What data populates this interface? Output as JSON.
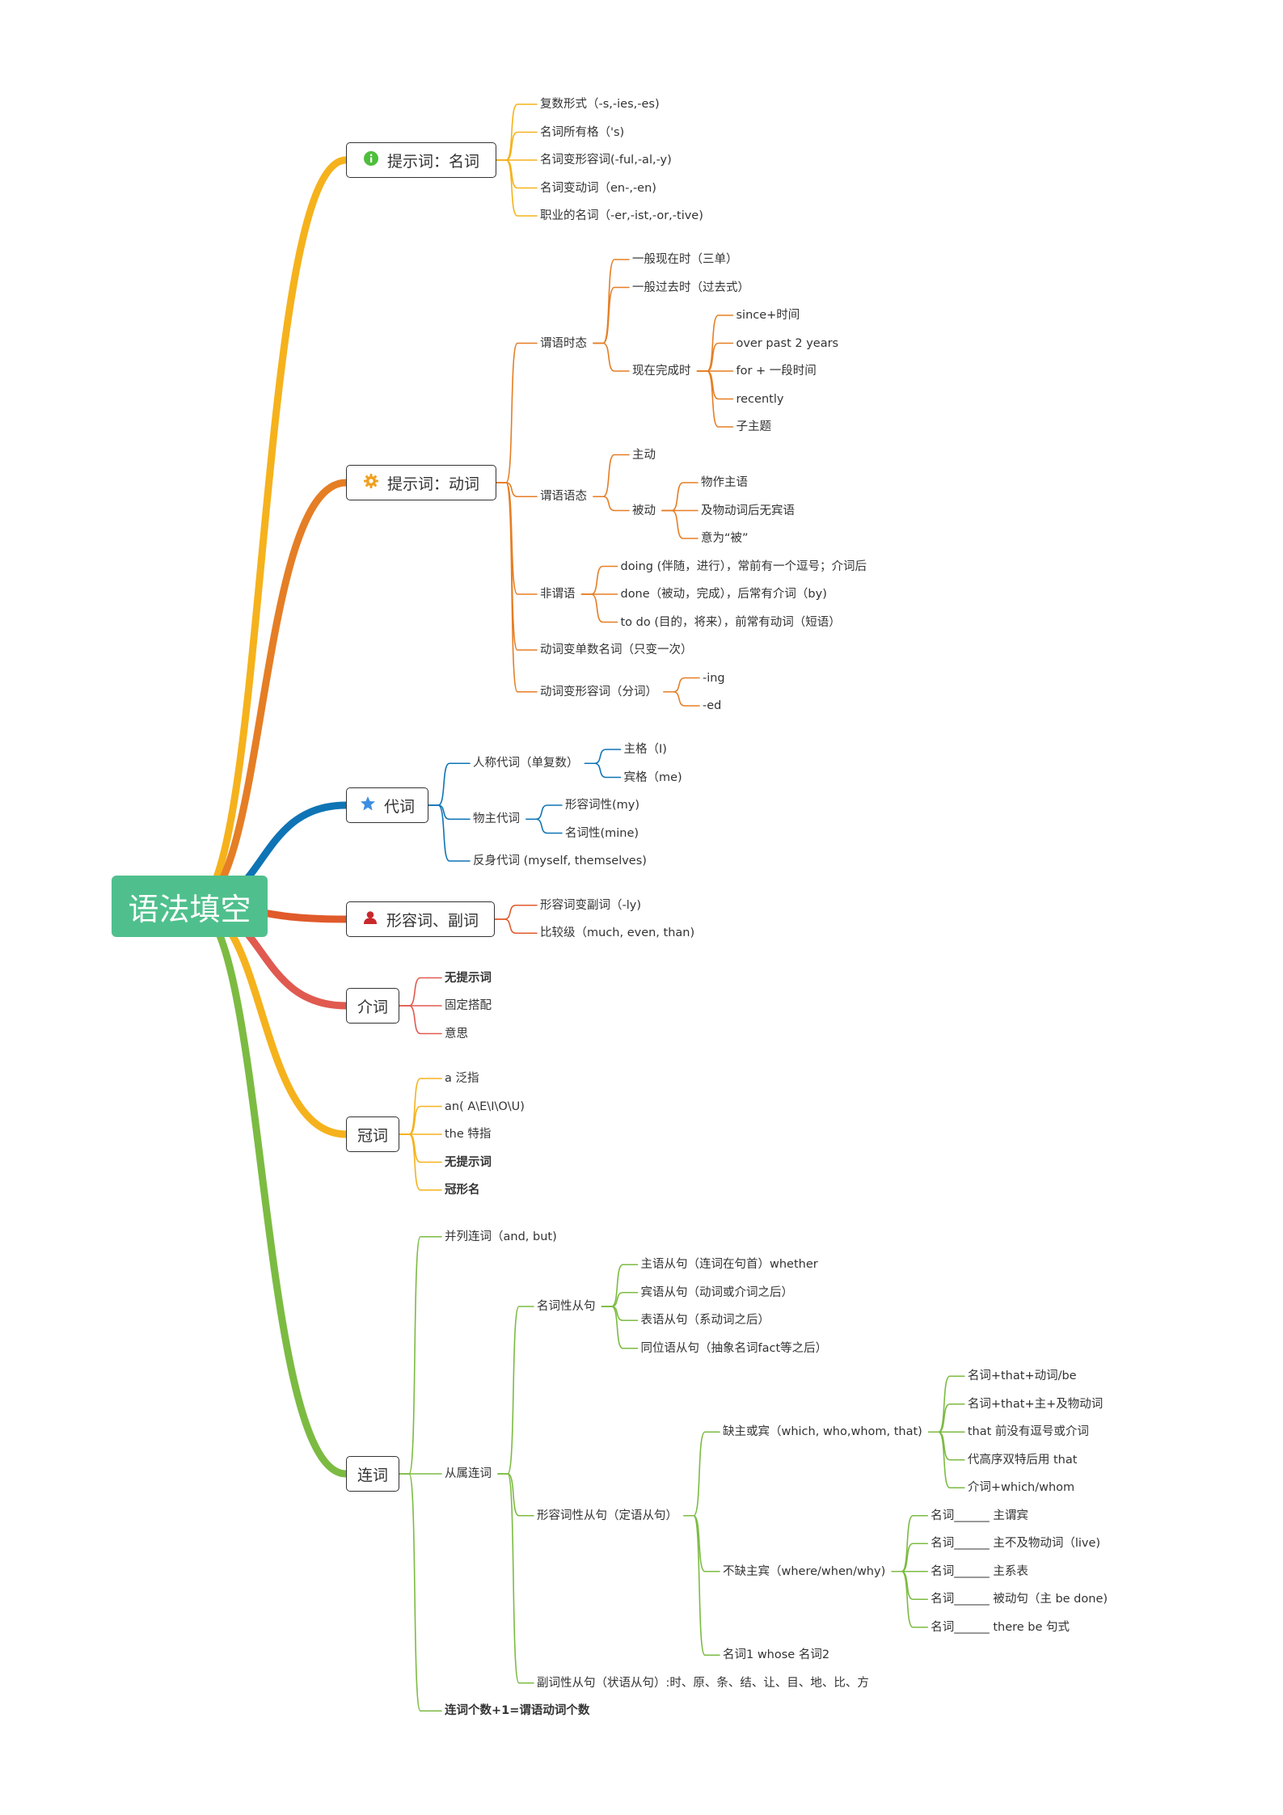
{
  "root": {
    "label": "语法填空",
    "color": "#4fc08d"
  },
  "branches": [
    {
      "id": "noun",
      "label": "提示词：名词",
      "icon": "info-icon",
      "color": "#f5b21c",
      "children": [
        {
          "label": "复数形式（-s,-ies,-es)"
        },
        {
          "label": "名词所有格（'s)"
        },
        {
          "label": "名词变形容词(-ful,-al,-y)"
        },
        {
          "label": "名词变动词（en-,-en)"
        },
        {
          "label": "职业的名词（-er,-ist,-or,-tive)"
        }
      ]
    },
    {
      "id": "verb",
      "label": "提示词：动词",
      "icon": "gear-icon",
      "color": "#e57e25",
      "children": [
        {
          "label": "谓语时态",
          "children": [
            {
              "label": "一般现在时（三单）"
            },
            {
              "label": "一般过去时（过去式）"
            },
            {
              "label": "现在完成时",
              "children": [
                {
                  "label": "since+时间"
                },
                {
                  "label": "over past 2 years"
                },
                {
                  "label": "for + 一段时间"
                },
                {
                  "label": "recently"
                },
                {
                  "label": "子主题"
                }
              ]
            }
          ]
        },
        {
          "label": "谓语语态",
          "children": [
            {
              "label": "主动"
            },
            {
              "label": "被动",
              "children": [
                {
                  "label": "物作主语"
                },
                {
                  "label": "及物动词后无宾语"
                },
                {
                  "label": "意为“被”"
                }
              ]
            }
          ]
        },
        {
          "label": "非谓语",
          "children": [
            {
              "label": "doing (伴随，进行），常前有一个逗号；介词后"
            },
            {
              "label": "done（被动，完成），后常有介词（by)"
            },
            {
              "label": "to do (目的，将来），前常有动词（短语）"
            }
          ]
        },
        {
          "label": "动词变单数名词（只变一次）"
        },
        {
          "label": "动词变形容词（分词）",
          "children": [
            {
              "label": "-ing"
            },
            {
              "label": "-ed"
            }
          ]
        }
      ]
    },
    {
      "id": "pronoun",
      "label": "代词",
      "icon": "star-icon",
      "color": "#0e74b5",
      "children": [
        {
          "label": "人称代词（单复数）",
          "children": [
            {
              "label": "主格（I)"
            },
            {
              "label": "宾格（me)"
            }
          ]
        },
        {
          "label": "物主代词",
          "children": [
            {
              "label": "形容词性(my)"
            },
            {
              "label": "名词性(mine)"
            }
          ]
        },
        {
          "label": "反身代词 (myself, themselves)"
        }
      ]
    },
    {
      "id": "adj",
      "label": "形容词、副词",
      "icon": "user-icon",
      "color": "#e05a2b",
      "children": [
        {
          "label": "形容词变副词（-ly)"
        },
        {
          "label": "比较级（much, even, than)"
        }
      ]
    },
    {
      "id": "prep",
      "label": "介词",
      "icon": "",
      "color": "#e05a50",
      "children": [
        {
          "label": "无提示词",
          "bold": true
        },
        {
          "label": "固定搭配"
        },
        {
          "label": "意思"
        }
      ]
    },
    {
      "id": "article",
      "label": "冠词",
      "icon": "",
      "color": "#f5b21c",
      "children": [
        {
          "label": "a 泛指"
        },
        {
          "label": "an( A\\E\\I\\O\\U)"
        },
        {
          "label": "the 特指"
        },
        {
          "label": "无提示词",
          "bold": true
        },
        {
          "label": "冠形名",
          "bold": true
        }
      ]
    },
    {
      "id": "conj",
      "label": "连词",
      "icon": "",
      "color": "#7cbb42",
      "children": [
        {
          "label": "并列连词（and, but)"
        },
        {
          "label": "从属连词",
          "children": [
            {
              "label": "名词性从句",
              "children": [
                {
                  "label": "主语从句（连词在句首）whether"
                },
                {
                  "label": "宾语从句（动词或介词之后）"
                },
                {
                  "label": "表语从句（系动词之后）"
                },
                {
                  "label": "同位语从句（抽象名词fact等之后）"
                }
              ]
            },
            {
              "label": "形容词性从句（定语从句）",
              "children": [
                {
                  "label": "缺主或宾（which, who,whom, that)",
                  "children": [
                    {
                      "label": "名词+that+动词/be"
                    },
                    {
                      "label": "名词+that+主+及物动词"
                    },
                    {
                      "label": "that 前没有逗号或介词"
                    },
                    {
                      "label": "代高序双特后用 that"
                    },
                    {
                      "label": "介词+which/whom"
                    }
                  ]
                },
                {
                  "label": "不缺主宾（where/when/why)",
                  "children": [
                    {
                      "label": "名词______ 主谓宾"
                    },
                    {
                      "label": "名词______ 主不及物动词（live)"
                    },
                    {
                      "label": "名词______ 主系表"
                    },
                    {
                      "label": "名词______ 被动句（主 be done)"
                    },
                    {
                      "label": "名词______ there be 句式"
                    }
                  ]
                },
                {
                  "label": "名词1 whose 名词2"
                }
              ]
            },
            {
              "label": "副词性从句（状语从句）:时、原、条、结、让、目、地、比、方"
            }
          ]
        },
        {
          "label": "连词个数+1=谓语动词个数",
          "bold": true
        }
      ]
    }
  ]
}
